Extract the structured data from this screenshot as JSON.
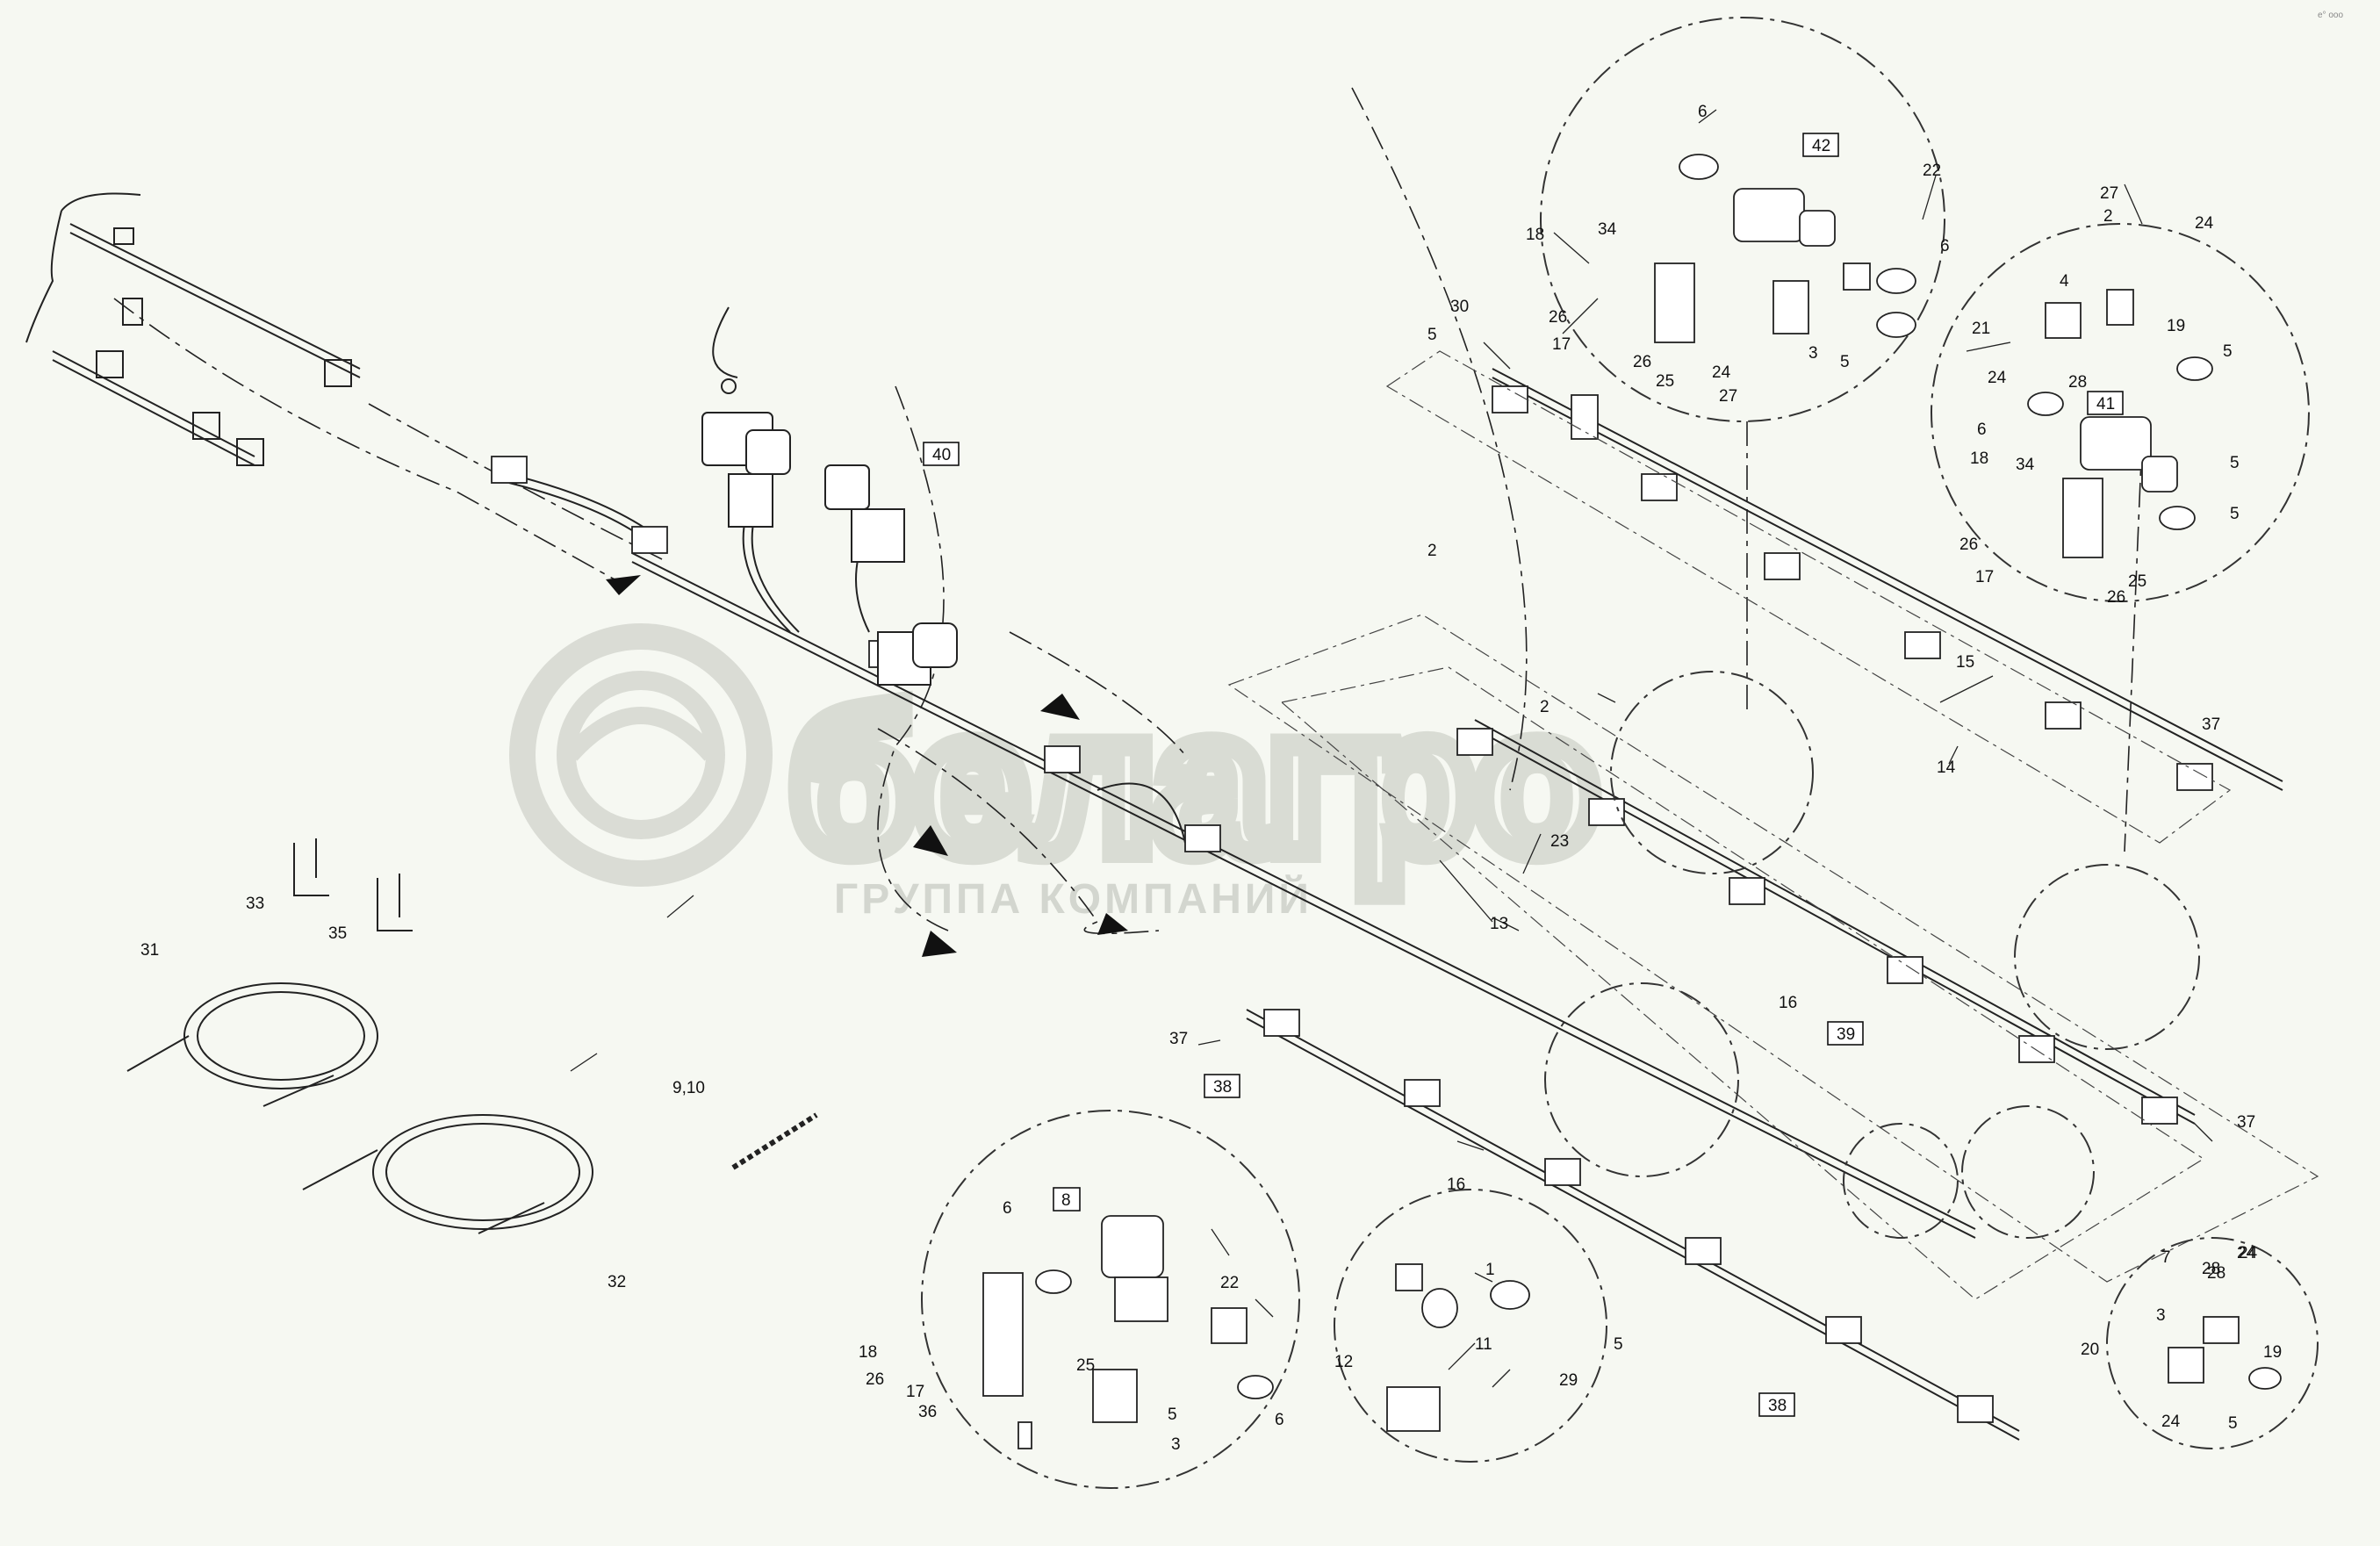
{
  "watermark": {
    "logo_text": "белагро",
    "subtitle": "ГРУППА КОМПАНИЙ"
  },
  "corner_mark": "e° ooo",
  "part_labels": [
    {
      "id": "p6a",
      "text": "6"
    },
    {
      "id": "p22a",
      "text": "22"
    },
    {
      "id": "p6b",
      "text": "6"
    },
    {
      "id": "p18a",
      "text": "18"
    },
    {
      "id": "p34a",
      "text": "34"
    },
    {
      "id": "p26a",
      "text": "26"
    },
    {
      "id": "p17a",
      "text": "17"
    },
    {
      "id": "p26b",
      "text": "26"
    },
    {
      "id": "p25a",
      "text": "25"
    },
    {
      "id": "p24a",
      "text": "24"
    },
    {
      "id": "p27a",
      "text": "27"
    },
    {
      "id": "p3a",
      "text": "3"
    },
    {
      "id": "p5a",
      "text": "5"
    },
    {
      "id": "p30",
      "text": "30"
    },
    {
      "id": "p5b",
      "text": "5"
    },
    {
      "id": "p27b",
      "text": "27"
    },
    {
      "id": "p2a",
      "text": "2"
    },
    {
      "id": "p24b",
      "text": "24"
    },
    {
      "id": "p4",
      "text": "4"
    },
    {
      "id": "p19a",
      "text": "19"
    },
    {
      "id": "p21",
      "text": "21"
    },
    {
      "id": "p24c",
      "text": "24"
    },
    {
      "id": "p28a",
      "text": "28"
    },
    {
      "id": "p5c",
      "text": "5"
    },
    {
      "id": "p6c",
      "text": "6"
    },
    {
      "id": "p5d",
      "text": "5"
    },
    {
      "id": "p18b",
      "text": "18"
    },
    {
      "id": "p34b",
      "text": "34"
    },
    {
      "id": "p5e",
      "text": "5"
    },
    {
      "id": "p26c",
      "text": "26"
    },
    {
      "id": "p17b",
      "text": "17"
    },
    {
      "id": "p25b",
      "text": "25"
    },
    {
      "id": "p26d",
      "text": "26"
    },
    {
      "id": "p2b",
      "text": "2"
    },
    {
      "id": "p15",
      "text": "15"
    },
    {
      "id": "p37a",
      "text": "37"
    },
    {
      "id": "p2c",
      "text": "2"
    },
    {
      "id": "p14",
      "text": "14"
    },
    {
      "id": "p23",
      "text": "23"
    },
    {
      "id": "p33",
      "text": "33"
    },
    {
      "id": "p35",
      "text": "35"
    },
    {
      "id": "p31",
      "text": "31"
    },
    {
      "id": "p13",
      "text": "13"
    },
    {
      "id": "p16a",
      "text": "16"
    },
    {
      "id": "p37b",
      "text": "37"
    },
    {
      "id": "p9_10",
      "text": "9,10"
    },
    {
      "id": "p37c",
      "text": "37"
    },
    {
      "id": "p16b",
      "text": "16"
    },
    {
      "id": "p32",
      "text": "32"
    },
    {
      "id": "p6d",
      "text": "6"
    },
    {
      "id": "p22b",
      "text": "22"
    },
    {
      "id": "p1",
      "text": "1"
    },
    {
      "id": "p24d",
      "text": "24"
    },
    {
      "id": "p7",
      "text": "7"
    },
    {
      "id": "p28b",
      "text": "28"
    },
    {
      "id": "p18c",
      "text": "18"
    },
    {
      "id": "p26e",
      "text": "26"
    },
    {
      "id": "p25c",
      "text": "25"
    },
    {
      "id": "p11",
      "text": "11"
    },
    {
      "id": "p12",
      "text": "12"
    },
    {
      "id": "p5f",
      "text": "5"
    },
    {
      "id": "p3b",
      "text": "3"
    },
    {
      "id": "p19b",
      "text": "19"
    },
    {
      "id": "p17c",
      "text": "17"
    },
    {
      "id": "p36",
      "text": "36"
    },
    {
      "id": "p5g",
      "text": "5"
    },
    {
      "id": "p3c",
      "text": "3"
    },
    {
      "id": "p6e",
      "text": "6"
    },
    {
      "id": "p29",
      "text": "29"
    },
    {
      "id": "p20",
      "text": "20"
    },
    {
      "id": "p24e",
      "text": "24"
    },
    {
      "id": "p28c",
      "text": "28"
    },
    {
      "id": "p24f",
      "text": "24"
    },
    {
      "id": "p5h",
      "text": "5"
    }
  ],
  "boxed_labels": [
    {
      "id": "b42",
      "text": "42"
    },
    {
      "id": "b41",
      "text": "41"
    },
    {
      "id": "b40",
      "text": "40"
    },
    {
      "id": "b39",
      "text": "39"
    },
    {
      "id": "b38a",
      "text": "38"
    },
    {
      "id": "b8",
      "text": "8"
    },
    {
      "id": "b38b",
      "text": "38"
    }
  ]
}
